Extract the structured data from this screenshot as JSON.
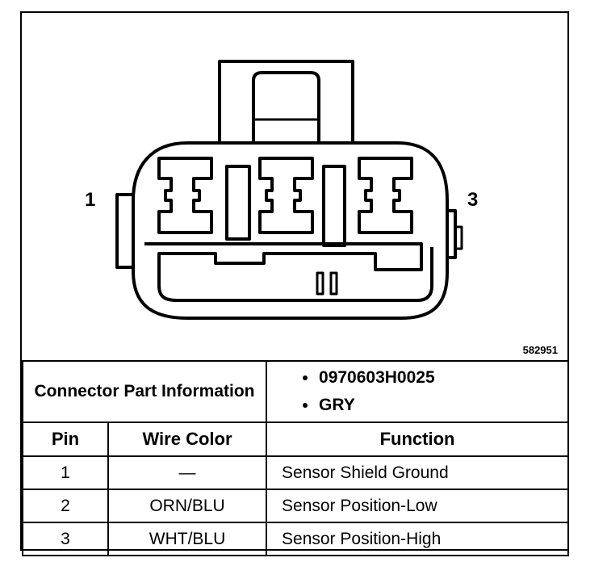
{
  "diagram": {
    "pin_left_label": "1",
    "pin_right_label": "3",
    "figure_number": "582951"
  },
  "connector_info": {
    "label": "Connector Part Information",
    "items": [
      "0970603H0025",
      "GRY"
    ]
  },
  "table": {
    "headers": [
      "Pin",
      "Wire Color",
      "Function"
    ],
    "rows": [
      [
        "1",
        "—",
        "Sensor Shield Ground"
      ],
      [
        "2",
        "ORN/BLU",
        "Sensor Position-Low"
      ],
      [
        "3",
        "WHT/BLU",
        "Sensor Position-High"
      ]
    ]
  }
}
